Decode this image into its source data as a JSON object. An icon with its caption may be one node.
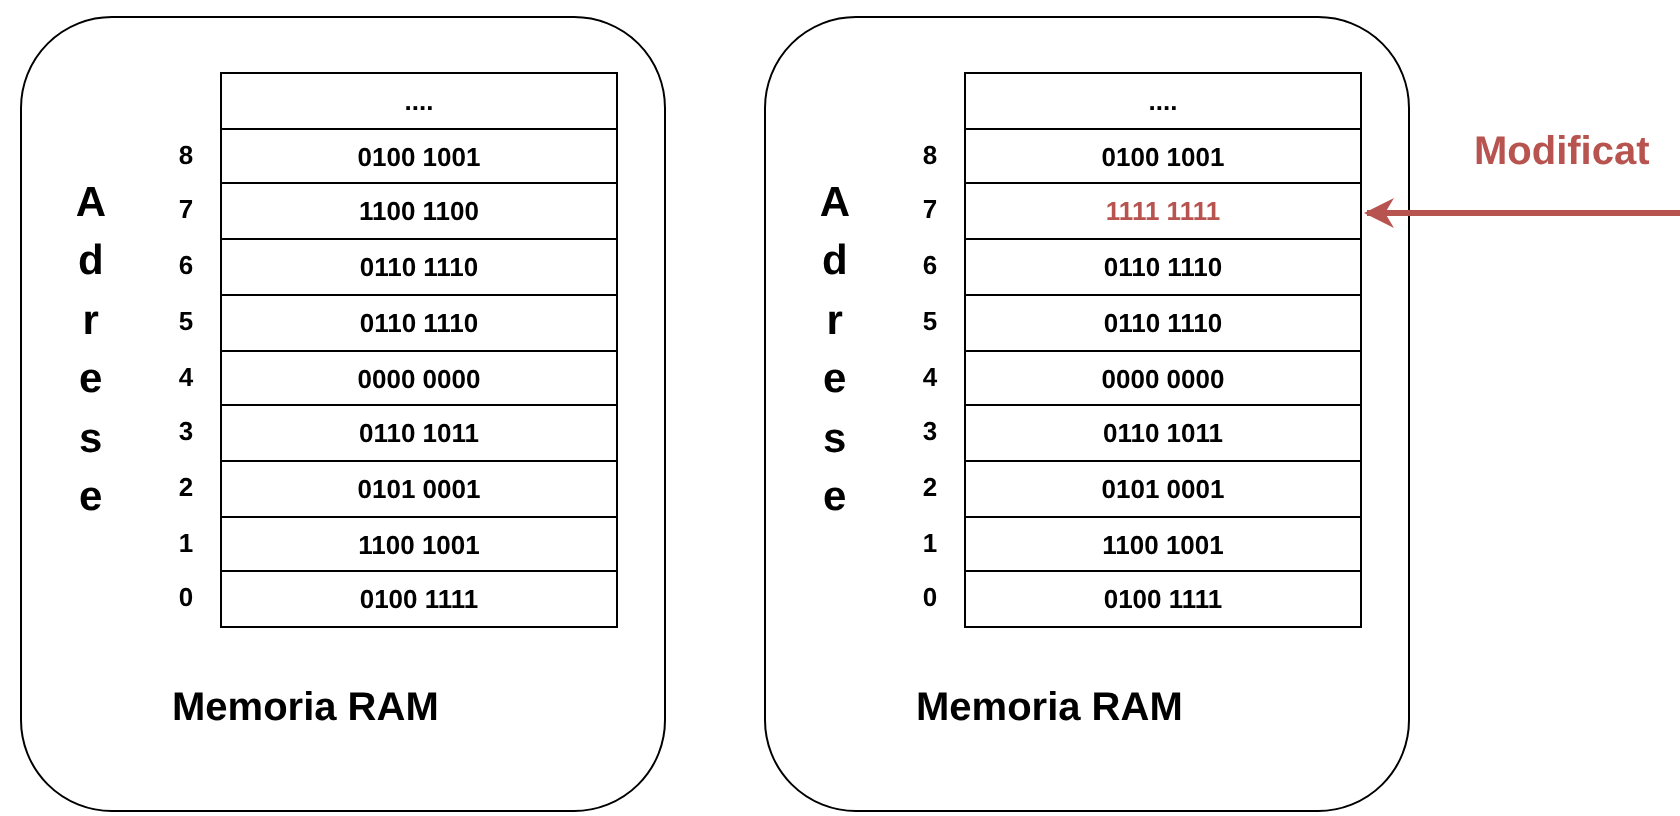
{
  "diagram": {
    "nodes": [
      {
        "text": [
          "Memoria RAM"
        ]
      },
      {
        "text": [
          "...."
        ],
        "in": 0
      },
      {
        "text": [
          "0100 1001"
        ],
        "in": 0,
        "beside": [
          "8"
        ]
      },
      {
        "text": [
          "1100 1100"
        ],
        "in": 0,
        "beside": [
          "7"
        ]
      },
      {
        "text": [
          "0110 1110"
        ],
        "in": 0,
        "beside": [
          "6"
        ]
      },
      {
        "text": [
          "0110 1110"
        ],
        "in": 0,
        "beside": [
          "5"
        ]
      },
      {
        "text": [
          "0000 0000"
        ],
        "in": 0,
        "beside": [
          "4"
        ]
      },
      {
        "text": [
          "0110 1011"
        ],
        "in": 0,
        "beside": [
          "3"
        ]
      },
      {
        "text": [
          "0101 0001"
        ],
        "in": 0,
        "beside": [
          "2"
        ]
      },
      {
        "text": [
          "1100 1001"
        ],
        "in": 0,
        "beside": [
          "1"
        ]
      },
      {
        "text": [
          "0100 1111"
        ],
        "in": 0,
        "beside": [
          "0"
        ]
      },
      {
        "text": [
          "Memoria RAM"
        ]
      },
      {
        "text": [
          "...."
        ],
        "in": 11
      },
      {
        "text": [
          "0100 1001"
        ],
        "in": 11,
        "beside": [
          "8"
        ]
      },
      {
        "text": [
          "1111 1111"
        ],
        "in": 11,
        "beside": [
          "7"
        ]
      },
      {
        "text": [
          "0110 1110"
        ],
        "in": 11,
        "beside": [
          "6"
        ]
      },
      {
        "text": [
          "0110 1110"
        ],
        "in": 11,
        "beside": [
          "5"
        ]
      },
      {
        "text": [
          "0000 0000"
        ],
        "in": 11,
        "beside": [
          "4"
        ]
      },
      {
        "text": [
          "0110 1011"
        ],
        "in": 11,
        "beside": [
          "3"
        ]
      },
      {
        "text": [
          "0101 0001"
        ],
        "in": 11,
        "beside": [
          "2"
        ]
      },
      {
        "text": [
          "1100 1001"
        ],
        "in": 11,
        "beside": [
          "1"
        ]
      },
      {
        "text": [
          "0100 1111"
        ],
        "in": 11,
        "beside": [
          "0"
        ]
      }
    ],
    "edges": [
      {
        "from": null,
        "to": 14,
        "arrow": "to",
        "label": "Modificat",
        "color": "#b85450"
      }
    ],
    "labels": [
      "Adrese",
      "Adrese"
    ]
  }
}
